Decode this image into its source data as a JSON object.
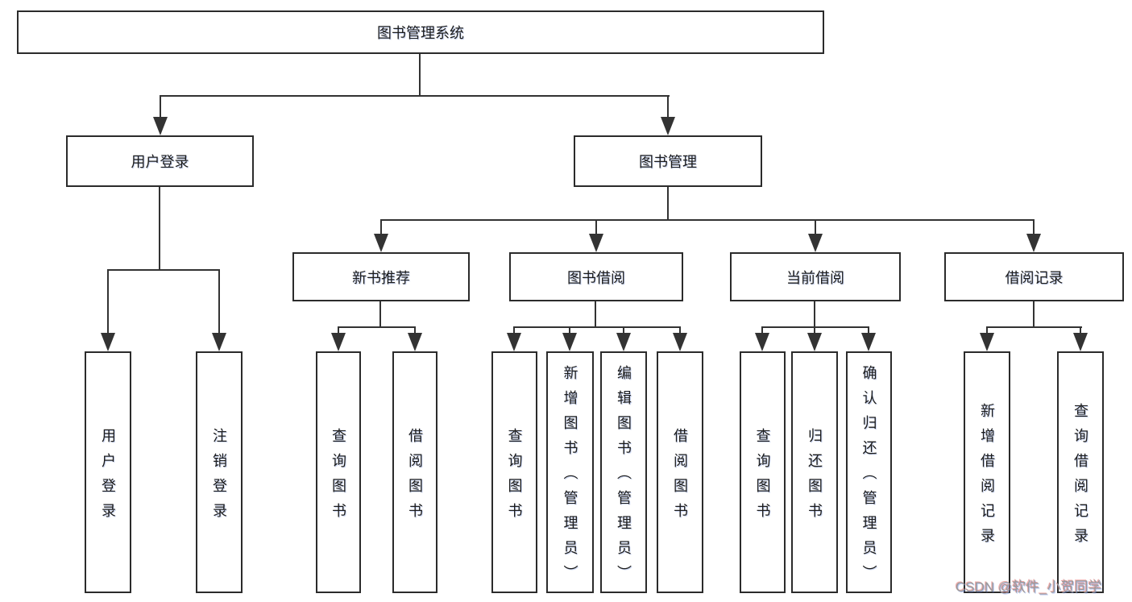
{
  "title": {
    "root": "图书管理系统"
  },
  "nodes": {
    "user_login": "用户登录",
    "book_mgmt": "图书管理",
    "new_book_rec": "新书推荐",
    "book_borrow": "图书借阅",
    "current_borrow": "当前借阅",
    "borrow_records": "借阅记录"
  },
  "leaves": {
    "user_login": [
      "用户登录",
      "注销登录"
    ],
    "new_book_rec": [
      "查询图书",
      "借阅图书"
    ],
    "book_borrow": [
      "查询图书",
      "新增图书（管理员）",
      "编辑图书（管理员）",
      "借阅图书"
    ],
    "current_borrow": [
      "查询图书",
      "归还图书",
      "确认归还（管理员）"
    ],
    "borrow_records": [
      "新增借阅记录",
      "查询借阅记录"
    ]
  },
  "watermark": {
    "text": "CSDN @软件_小贺同学"
  },
  "colors": {
    "line": "#333333",
    "border": "#2b2b2b",
    "text": "#1c1c1c",
    "watermark": "#9b9b9b",
    "background": "#ffffff"
  }
}
